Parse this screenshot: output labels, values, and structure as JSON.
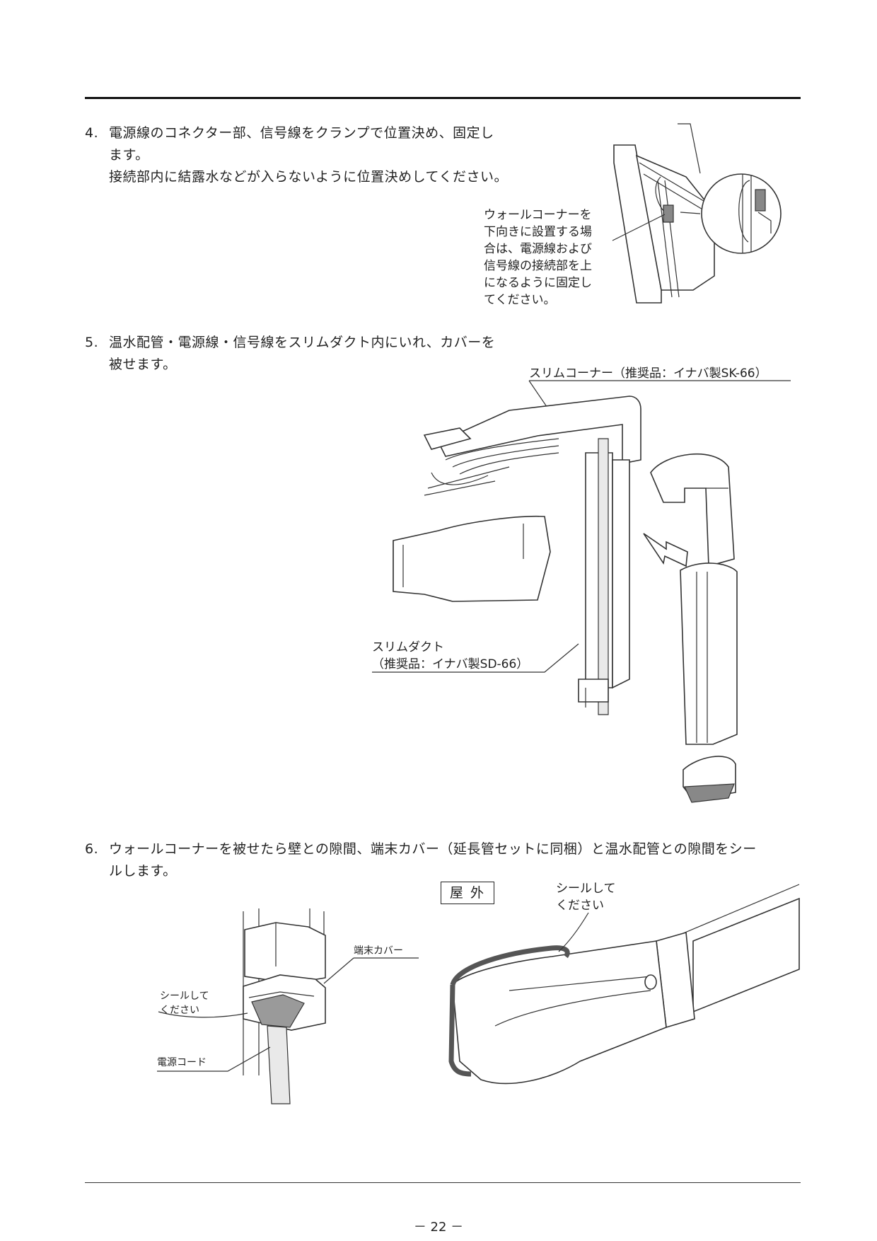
{
  "steps": [
    {
      "num": "4.",
      "lines": [
        "電源線のコネクター部、信号線をクランプで位置決め、固定し",
        "ます。",
        "接続部内に結露水などが入らないように位置決めしてください。"
      ]
    },
    {
      "num": "5.",
      "lines": [
        "温水配管・電源線・信号線をスリムダクト内にいれ、カバーを",
        "被せます。"
      ]
    },
    {
      "num": "6.",
      "lines": [
        "ウォールコーナーを被せたら壁との隙間、端末カバー（延長管セットに同梱）と温水配管との隙間をシー",
        "ルします。"
      ]
    }
  ],
  "fig1": {
    "note_lines": [
      "ウォールコーナーを",
      "下向きに設置する場",
      "合は、電源線および",
      "信号線の接続部を上",
      "になるように固定し",
      "てください。"
    ]
  },
  "fig2": {
    "slim_corner": "スリムコーナー（推奨品：イナバ製SK-66）",
    "slim_duct_lines": [
      "スリムダクト",
      "（推奨品：イナバ製SD-66）"
    ]
  },
  "fig3": {
    "end_cover": "端末カバー",
    "seal_lines": [
      "シールして",
      "ください"
    ],
    "power_cord": "電源コード"
  },
  "fig4": {
    "outdoor": "屋外",
    "seal_lines": [
      "シールして",
      "ください"
    ]
  },
  "page_number": "－ 22 －"
}
